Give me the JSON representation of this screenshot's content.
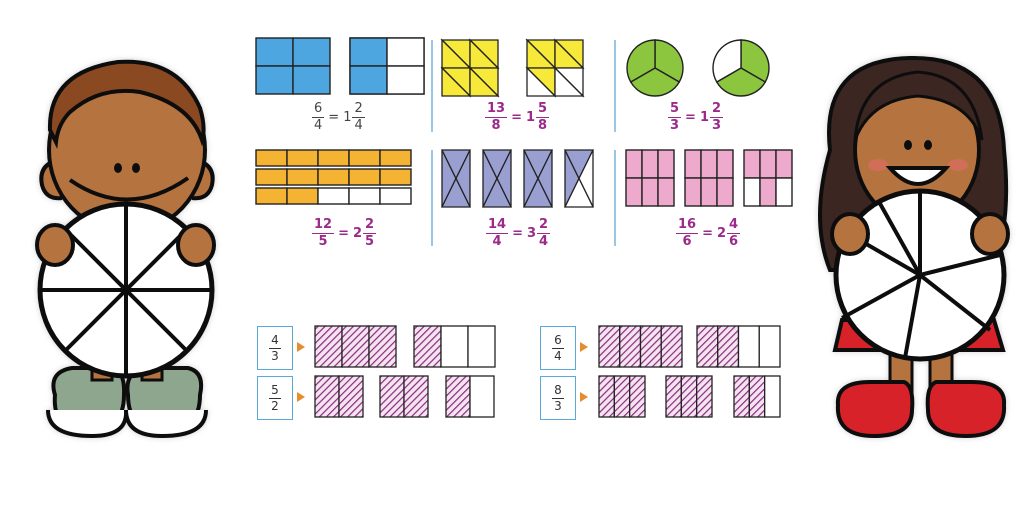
{
  "colors": {
    "blue": "#4da6e0",
    "yellow": "#f7e93a",
    "green": "#8cc63f",
    "orange": "#f5b334",
    "lavender": "#9a9fd2",
    "pink": "#eeaacd",
    "hatch": "#8a2b7a",
    "divider": "#6fb0d8",
    "accent_text": "#9b2a8a",
    "arrow": "#e88b2b"
  },
  "examples": [
    {
      "id": "blue-squares",
      "fraction": {
        "num": "6",
        "den": "4"
      },
      "whole": "1",
      "remainder": {
        "num": "2",
        "den": "4"
      },
      "style": "gray"
    },
    {
      "id": "yellow-squares",
      "fraction": {
        "num": "13",
        "den": "8"
      },
      "whole": "1",
      "remainder": {
        "num": "5",
        "den": "8"
      },
      "style": "purple"
    },
    {
      "id": "green-circles",
      "fraction": {
        "num": "5",
        "den": "3"
      },
      "whole": "1",
      "remainder": {
        "num": "2",
        "den": "3"
      },
      "style": "purple"
    },
    {
      "id": "orange-bars",
      "fraction": {
        "num": "12",
        "den": "5"
      },
      "whole": "2",
      "remainder": {
        "num": "2",
        "den": "5"
      },
      "style": "purple"
    },
    {
      "id": "lavender-rects",
      "fraction": {
        "num": "14",
        "den": "4"
      },
      "whole": "3",
      "remainder": {
        "num": "2",
        "den": "4"
      },
      "style": "purple"
    },
    {
      "id": "pink-grids",
      "fraction": {
        "num": "16",
        "den": "6"
      },
      "whole": "2",
      "remainder": {
        "num": "4",
        "den": "6"
      },
      "style": "purple"
    }
  ],
  "exercises": [
    {
      "num": "4",
      "den": "3"
    },
    {
      "num": "5",
      "den": "2"
    },
    {
      "num": "6",
      "den": "4"
    },
    {
      "num": "8",
      "den": "3"
    }
  ],
  "equals_sign": "="
}
